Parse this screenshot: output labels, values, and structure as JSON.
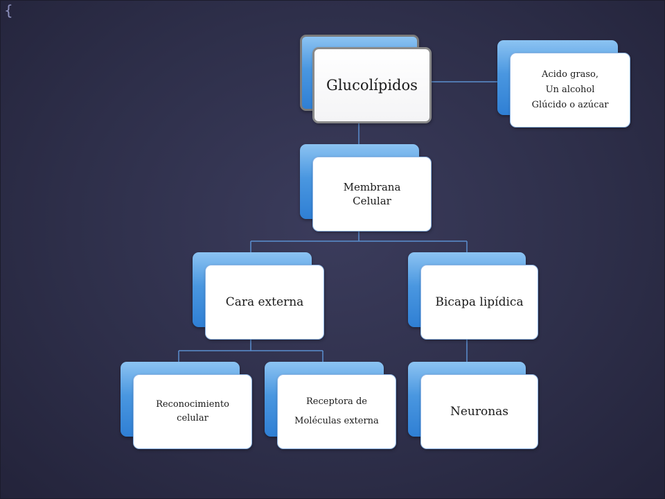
{
  "diagram": {
    "root": {
      "label": "Glucolípidos"
    },
    "components": {
      "lines": [
        "Acido graso,",
        "Un alcohol",
        "Glúcido o azúcar"
      ]
    },
    "membrane": {
      "label": "Membrana Celular"
    },
    "outer_face": {
      "label": "Cara externa"
    },
    "bilayer": {
      "label": "Bicapa lipídica"
    },
    "recognition": {
      "label": "Reconocimiento celular"
    },
    "receptor": {
      "lines": [
        "Receptora de",
        "Moléculas externa"
      ]
    },
    "neurons": {
      "label": "Neuronas"
    }
  },
  "colors": {
    "node_back": "#4a97e0",
    "node_front": "#ffffff",
    "connector": "#5b8fd0",
    "background": "#2e2f4a"
  }
}
